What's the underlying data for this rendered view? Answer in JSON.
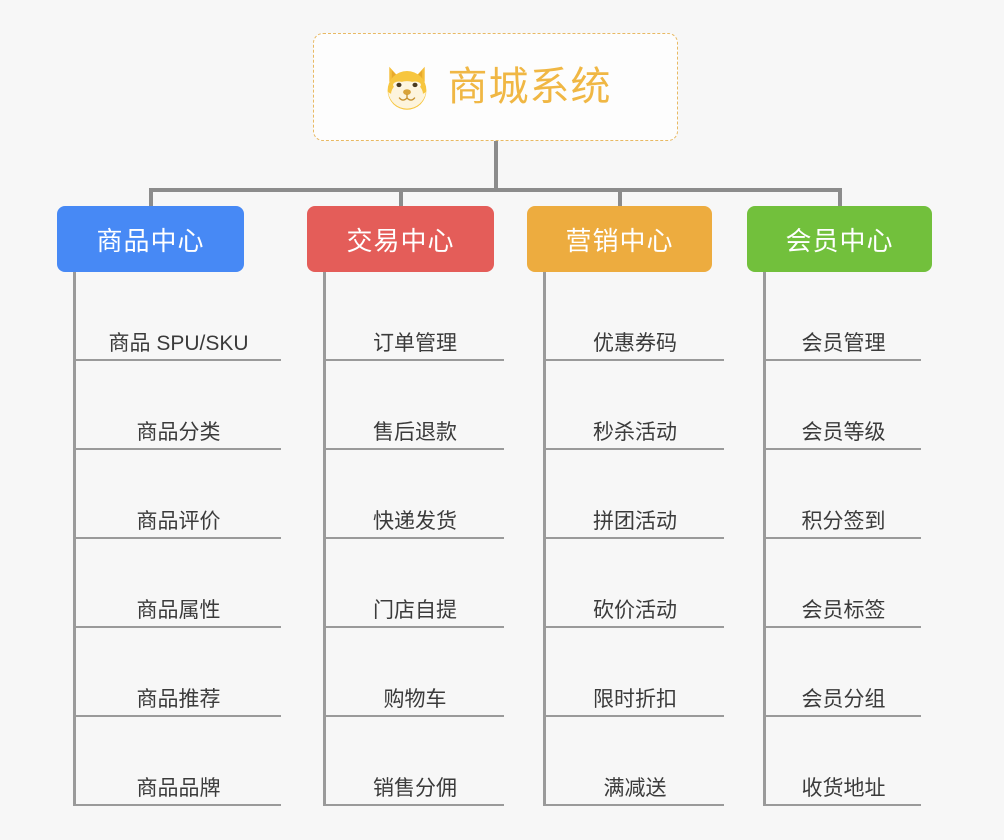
{
  "root": {
    "title": "商城系统",
    "icon": "shiba-dog-icon",
    "title_color": "#f0b744",
    "border_color": "#e8b963"
  },
  "connector_color": "#8c8c8c",
  "background_color": "#f7f7f7",
  "branches": [
    {
      "label": "商品中心",
      "color": "#4789f5",
      "items": [
        "商品 SPU/SKU",
        "商品分类",
        "商品评价",
        "商品属性",
        "商品推荐",
        "商品品牌"
      ]
    },
    {
      "label": "交易中心",
      "color": "#e45d59",
      "items": [
        "订单管理",
        "售后退款",
        "快递发货",
        "门店自提",
        "购物车",
        "销售分佣"
      ]
    },
    {
      "label": "营销中心",
      "color": "#edac3f",
      "items": [
        "优惠券码",
        "秒杀活动",
        "拼团活动",
        "砍价活动",
        "限时折扣",
        "满减送"
      ]
    },
    {
      "label": "会员中心",
      "color": "#72c03c",
      "items": [
        "会员管理",
        "会员等级",
        "积分签到",
        "会员标签",
        "会员分组",
        "收货地址"
      ]
    }
  ]
}
